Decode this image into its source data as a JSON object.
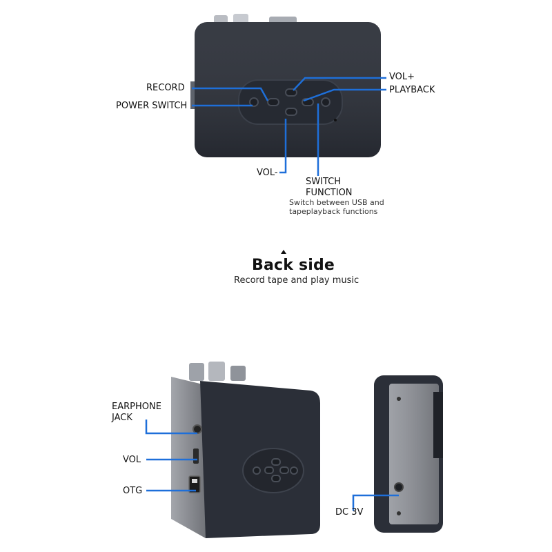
{
  "top_callouts": {
    "record": "RECORD",
    "power_switch": "POWER SWITCH",
    "vol_plus": "VOL+",
    "playback": "PLAYBACK",
    "vol_minus": "VOL-",
    "switch_function": "SWITCH\nFUNCTION",
    "switch_note": "Switch between USB and\ntapeplayback functions"
  },
  "caption": {
    "title": "Back side",
    "subtitle": "Record tape and play music"
  },
  "bottom_callouts": {
    "earphone_jack": "EARPHONE\nJACK",
    "vol": "VOL",
    "otg": "OTG",
    "dc": "DC 3V"
  },
  "colors": {
    "leader_line": "#1e6fd9",
    "device_body": "#2b2f38",
    "device_panel": "#8d9097"
  }
}
